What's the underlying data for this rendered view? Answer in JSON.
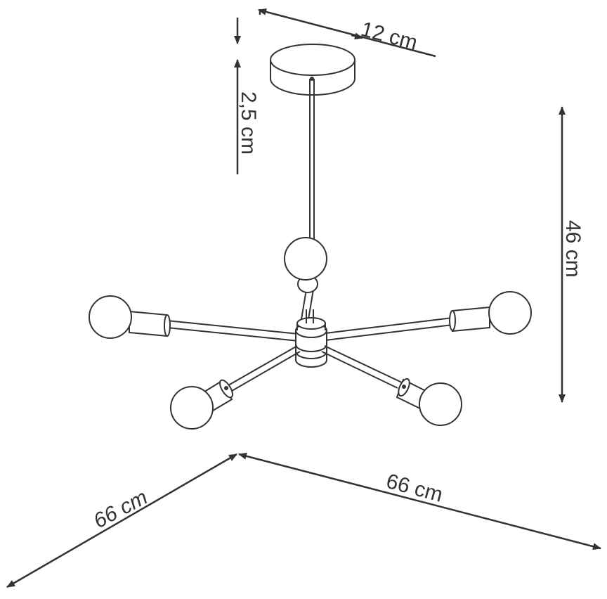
{
  "dimensions": {
    "canopy_diameter": "12 cm",
    "canopy_height": "2,5 cm",
    "total_height": "46 cm",
    "width_right": "66 cm",
    "width_left": "66 cm"
  },
  "colors": {
    "line": "#333333",
    "background": "#ffffff"
  }
}
